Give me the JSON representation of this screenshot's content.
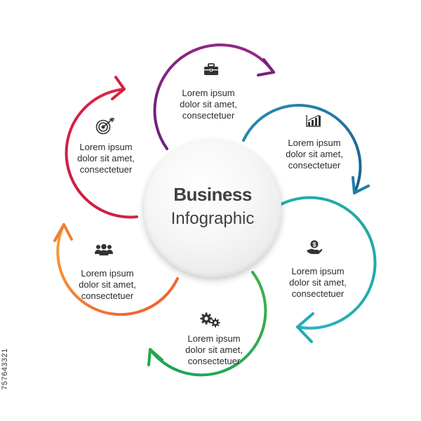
{
  "title": "Business",
  "subtitle": "Infographic",
  "stock_code": "757643321",
  "steps": [
    {
      "icon": "briefcase-icon",
      "color": "#7b1f7e",
      "lines": [
        "Lorem ipsum",
        "dolor sit amet,",
        "consectetuer"
      ]
    },
    {
      "icon": "bar-chart-icon",
      "color": "#1f7ea5",
      "lines": [
        "Lorem ipsum",
        "dolor sit amet,",
        "consectetuer"
      ]
    },
    {
      "icon": "money-hand-icon",
      "color": "#22aab0",
      "lines": [
        "Lorem ipsum",
        "dolor sit amet,",
        "consectetuer"
      ]
    },
    {
      "icon": "gears-icon",
      "color": "#22a84a",
      "lines": [
        "Lorem ipsum",
        "dolor sit amet,",
        "consectetuer"
      ]
    },
    {
      "icon": "team-icon",
      "color": "#f07f2e",
      "lines": [
        "Lorem ipsum",
        "dolor sit amet,",
        "consectetuer"
      ]
    },
    {
      "icon": "target-icon",
      "color": "#d4203f",
      "lines": [
        "Lorem ipsum",
        "dolor sit amet,",
        "consectetuer"
      ]
    }
  ]
}
